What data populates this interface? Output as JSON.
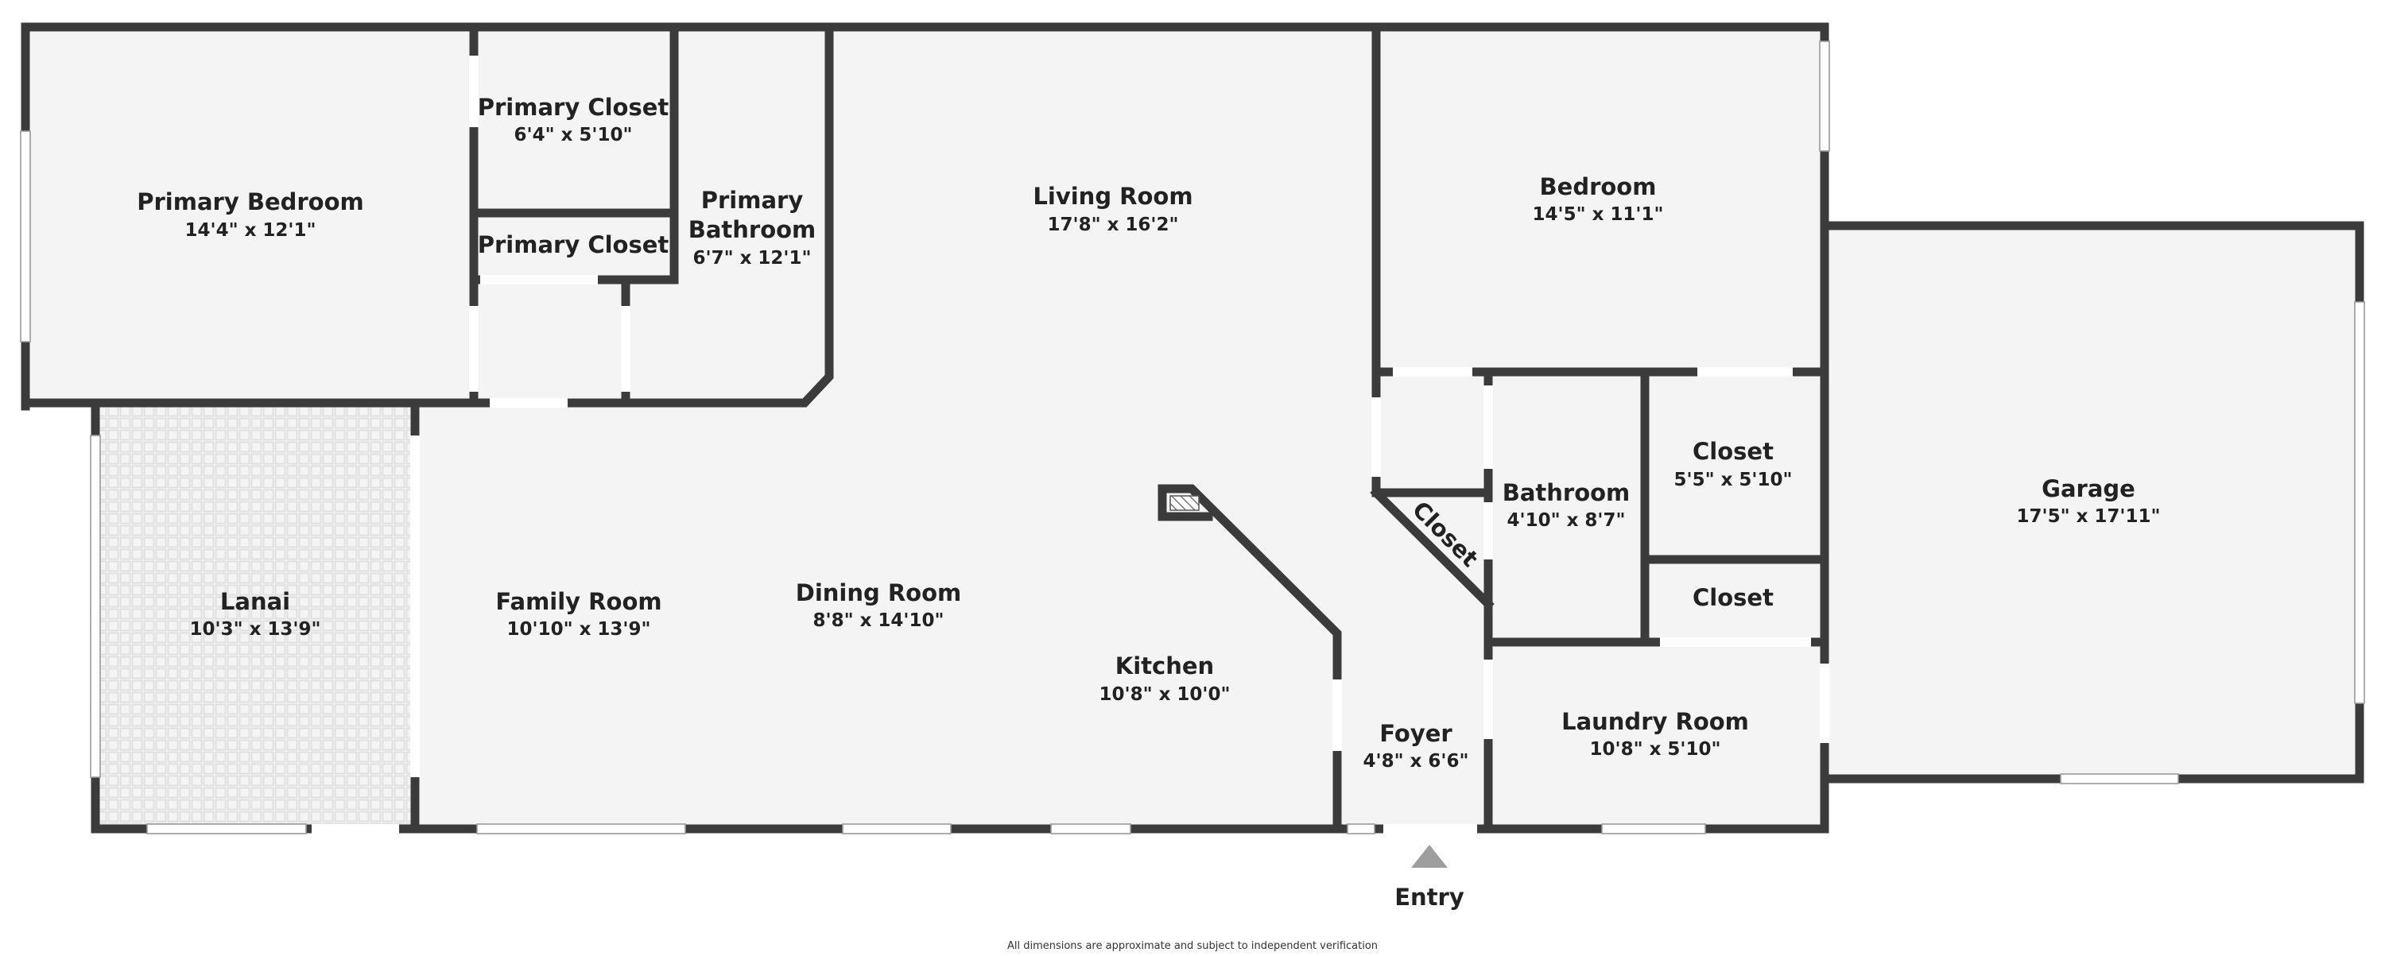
{
  "rooms": {
    "primary_bedroom": {
      "name": "Primary Bedroom",
      "dims": "14'4\" x 12'1\""
    },
    "primary_closet_1": {
      "name": "Primary Closet",
      "dims": "6'4\" x 5'10\""
    },
    "primary_closet_2": {
      "name": "Primary Closet"
    },
    "primary_bathroom": {
      "name_line1": "Primary",
      "name_line2": "Bathroom",
      "dims": "6'7\" x 12'1\""
    },
    "living_room": {
      "name": "Living Room",
      "dims": "17'8\" x 16'2\""
    },
    "bedroom": {
      "name": "Bedroom",
      "dims": "14'5\" x 11'1\""
    },
    "garage": {
      "name": "Garage",
      "dims": "17'5\" x 17'11\""
    },
    "lanai": {
      "name": "Lanai",
      "dims": "10'3\" x 13'9\""
    },
    "family_room": {
      "name": "Family Room",
      "dims": "10'10\" x 13'9\""
    },
    "dining_room": {
      "name": "Dining Room",
      "dims": "8'8\" x 14'10\""
    },
    "kitchen": {
      "name": "Kitchen",
      "dims": "10'8\" x 10'0\""
    },
    "foyer": {
      "name": "Foyer",
      "dims": "4'8\" x 6'6\""
    },
    "bathroom": {
      "name": "Bathroom",
      "dims": "4'10\" x 8'7\""
    },
    "closet_diag": {
      "name": "Closet"
    },
    "closet_1": {
      "name": "Closet",
      "dims": "5'5\" x 5'10\""
    },
    "closet_2": {
      "name": "Closet"
    },
    "laundry_room": {
      "name": "Laundry Room",
      "dims": "10'8\" x 5'10\""
    }
  },
  "entry_label": "Entry",
  "disclaimer": "All dimensions are approximate and subject to independent verification",
  "colors": {
    "wall": "#3b3b3b",
    "floor": "#f4f4f4",
    "window": "#ffffff",
    "entry_marker": "#9e9e9e",
    "lanai_tile": "#e3e3e3"
  }
}
